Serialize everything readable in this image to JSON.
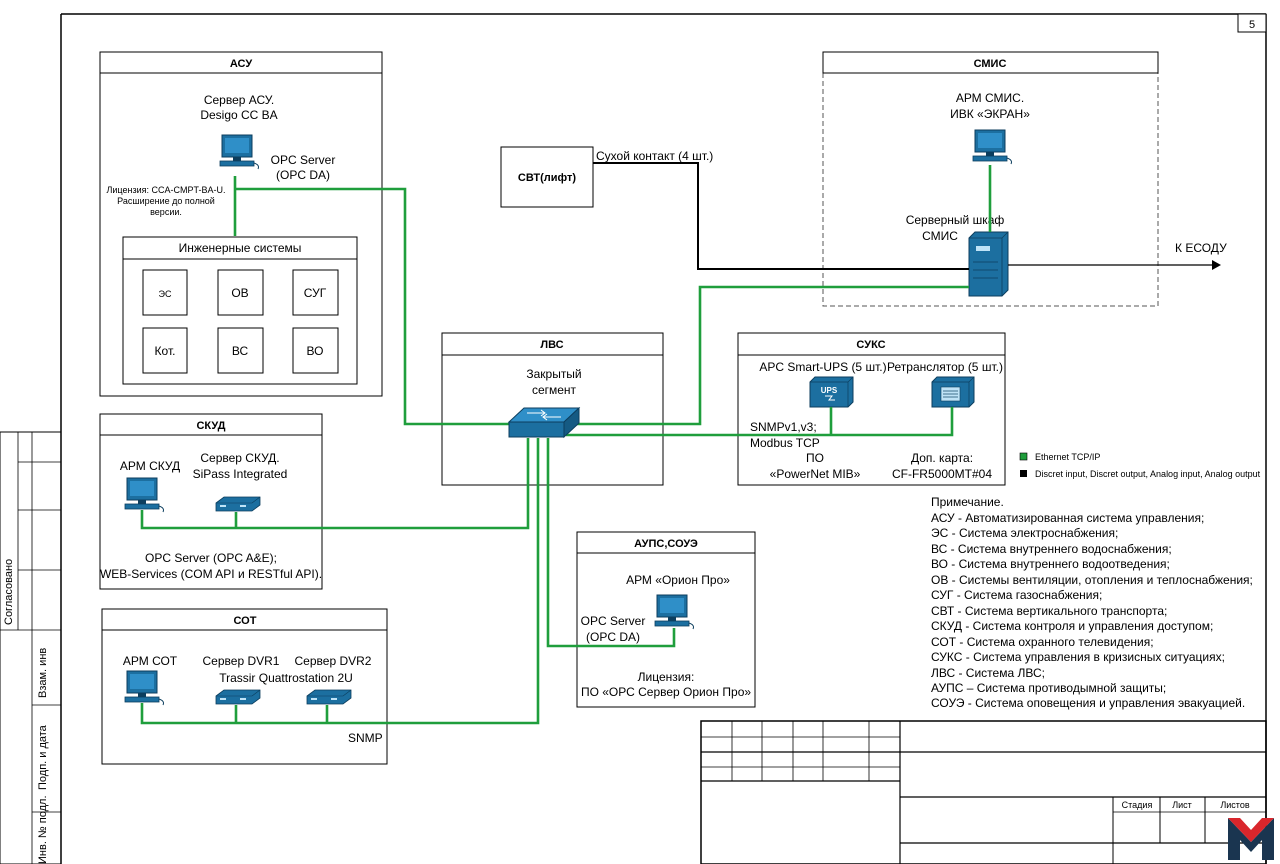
{
  "page_number": "5",
  "side_labels": {
    "agreed": "Согласовано",
    "vzam": "Взам. инв",
    "podp": "Подп. и дата",
    "inv": "Инв. № подл."
  },
  "asu": {
    "title": "АСУ",
    "server_line1": "Сервер АСУ.",
    "server_line2": "Desigo CC BA",
    "opc_line1": "OPC Server",
    "opc_line2": "(OPC DA)",
    "license_line1": "Лицензия: CCA-CMPT-BA-U.",
    "license_line2": "Расширение до полной",
    "license_line3": "версии.",
    "eng_title": "Инженерные системы",
    "eng": [
      "ЭС",
      "ОВ",
      "СУГ",
      "Кот.",
      "ВС",
      "ВО"
    ]
  },
  "svt": {
    "title": "СВТ(лифт)",
    "contact": "Сухой контакт (4 шт.)"
  },
  "smis": {
    "title": "СМИС",
    "arm_line1": "АРМ СМИС.",
    "arm_line2": "ИВК «ЭКРАН»",
    "rack_line1": "Серверный шкаф",
    "rack_line2": "СМИС",
    "to_esodu": "К ЕСОДУ"
  },
  "lvs": {
    "title": "ЛВС",
    "seg_line1": "Закрытый",
    "seg_line2": "сегмент"
  },
  "suks": {
    "title": "СУКС",
    "ups": "APC Smart-UPS (5 шт.)",
    "ups_label": "UPS",
    "repeater": "Ретранслятор (5 шт.)",
    "snmp": "SNMPv1,v3;",
    "modbus": "Modbus TCP",
    "po": "ПО",
    "powernet": "«PowerNet MIB»",
    "card_line1": "Доп. карта:",
    "card_line2": "CF-FR5000MT#04"
  },
  "legend": {
    "ethernet": "Ethernet TCP/IP",
    "discrete": "Discret input, Discret output, Analog input, Analog output",
    "colors": {
      "ethernet": "#1f9e3c",
      "discrete": "#000000"
    }
  },
  "skud": {
    "title": "СКУД",
    "arm": "АРМ СКУД",
    "server_line1": "Сервер СКУД.",
    "server_line2": "SiPass Integrated",
    "opc": "OPC Server (OPC A&E);",
    "web": "WEB-Services (COM API и RESTful API)."
  },
  "aups": {
    "title": "АУПС,СОУЭ",
    "arm": "АРМ «Орион Про»",
    "opc_line1": "OPC Server",
    "opc_line2": "(OPC DA)",
    "license_line1": "Лицензия:",
    "license_line2": "ПО «ОРС Сервер Орион Про»"
  },
  "sot": {
    "title": "СОТ",
    "arm": "АРМ СОТ",
    "dvr1": "Сервер DVR1",
    "dvr2": "Сервер DVR2",
    "trassir": "Trassir Quattrostation 2U",
    "snmp": "SNMP"
  },
  "notes": [
    "Примечание.",
    "АСУ - Автоматизированная система управления;",
    "ЭС - Система электроснабжения;",
    "ВС - Система внутреннего водоснабжения;",
    "ВО - Система внутреннего водоотведения;",
    "ОВ - Системы вентиляции, отопления и теплоснабжения;",
    "СУГ - Система газоснабжения;",
    "СВТ - Система вертикального транспорта;",
    "СКУД - Система контроля и управления доступом;",
    "СОТ - Система охранного телевидения;",
    "СУКС - Система управления в кризисных ситуациях;",
    "ЛВС - Система ЛВС;",
    "АУПС – Система противодымной защиты;",
    "СОУЭ - Система оповещения и управления эвакуацией."
  ],
  "stamp": {
    "stage": "Стадия",
    "sheet": "Лист",
    "sheets": "Листов"
  }
}
